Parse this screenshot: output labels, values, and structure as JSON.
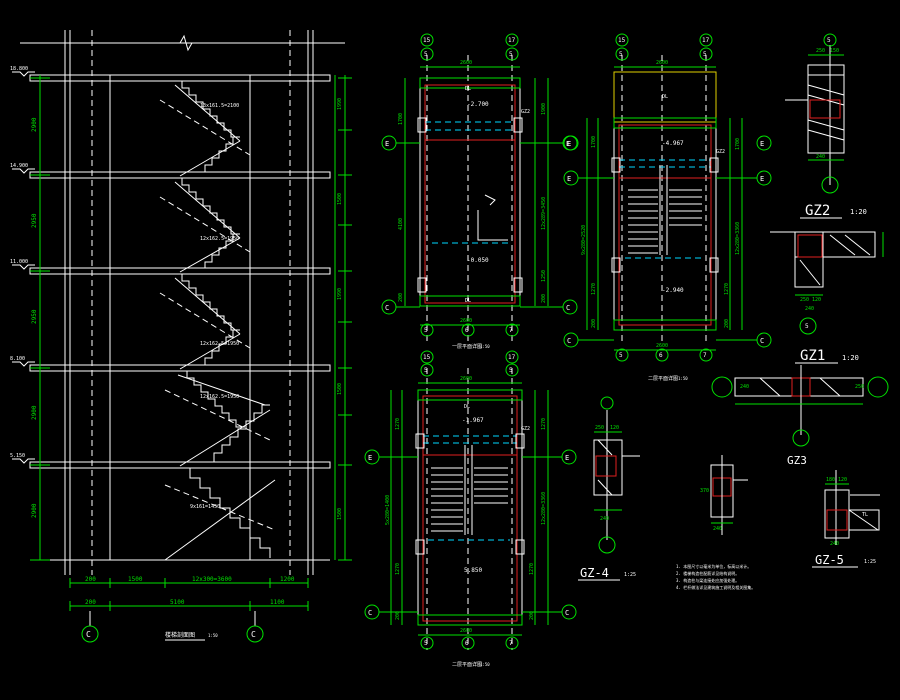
{
  "colors": {
    "background": "#000000",
    "line": "#ffffff",
    "dimension": "#00e000",
    "section": "#e02020",
    "hidden": "#00d8ff",
    "highlight": "#e0d000"
  },
  "section": {
    "title": "楼梯剖面图",
    "scale": "1:50",
    "axis_bottom_left": "C",
    "axis_bottom_right": "C",
    "dim_total": "5100",
    "dim_right": "1100",
    "dim_bottom_a": "200",
    "dim_bottom_b": "1500",
    "dim_bottom_c": "12x300=3600",
    "dim_bottom_d": "1200",
    "dim_bottom_e": "200",
    "flight_labels": [
      "13x161.5=2100",
      "12x162.5=1950",
      "12x162.5=1950",
      "12x162.5=1950",
      "9x161=1450"
    ],
    "left_heights": [
      "2900",
      "2950",
      "2950",
      "2900",
      "2900"
    ],
    "level_marks": [
      "18.800",
      "14.900",
      "11.000",
      "8.100",
      "5.150"
    ],
    "right_marks": [
      "1990",
      "1500",
      "1990",
      "1500",
      "1500"
    ]
  },
  "plan1": {
    "title": "一层平面详图",
    "scale": "1:50",
    "axis_top": [
      "15",
      "5",
      "17"
    ],
    "axis_bottom": [
      "5",
      "6",
      "7"
    ],
    "axis_side": "E",
    "axis_side_bottom": "C",
    "dim_width": "2600",
    "dim_width_bottom": "2600",
    "level_a": "-2.700",
    "level_b": "-0.050",
    "dim_left": [
      "1700",
      "4100",
      "200"
    ],
    "dim_right": [
      "1900",
      "12x289=3450",
      "1250",
      "200"
    ],
    "beam": "DL",
    "col_tag": "GZ2"
  },
  "plan2": {
    "title": "二层平面详图",
    "scale": "1:50",
    "axis_top": [
      "15",
      "5",
      "17"
    ],
    "axis_bottom": [
      "5",
      "6",
      "7"
    ],
    "axis_side": "E",
    "axis_side_bottom": "C",
    "dim_width": "2600",
    "dim_width_bottom": "2600",
    "level_a": "-4.967",
    "level_b": "-2.940",
    "dim_left": [
      "1700",
      "9x280=2520",
      "1270",
      "200"
    ],
    "dim_right": [
      "1700",
      "12x280=3360",
      "1270",
      "200"
    ],
    "beam": "DL",
    "col_tag": "GZ2"
  },
  "plan3": {
    "title": "二层平面详图",
    "scale": "1:50",
    "axis_top": [
      "15",
      "5",
      "17"
    ],
    "axis_bottom": [
      "5",
      "6",
      "7"
    ],
    "axis_side": "E",
    "axis_side_bottom": "C",
    "dim_width": "2600",
    "dim_width_bottom": "2600",
    "level_a": "-1.967",
    "level_b": "5.850",
    "dim_left": [
      "1270",
      "5x280=1400",
      "1270",
      "200"
    ],
    "dim_right": [
      "1270",
      "12x280=3360",
      "1270",
      "200"
    ],
    "beam": "DL",
    "col_tag": "GZ2"
  },
  "details": {
    "gz2": {
      "title": "GZ2",
      "scale": "1:20",
      "dims": [
        "250",
        "150",
        "240"
      ],
      "axis": "5"
    },
    "gz1": {
      "title": "GZ1",
      "scale": "1:20",
      "dims": [
        "250",
        "120",
        "240"
      ],
      "axis": "5"
    },
    "gz3": {
      "title": "GZ3",
      "dims": [
        "240",
        "250"
      ]
    },
    "gz4": {
      "title": "GZ-4",
      "scale": "1:25",
      "dims": [
        "250",
        "120",
        "240"
      ]
    },
    "gz5": {
      "title": "GZ-5",
      "scale": "1:25",
      "dims": [
        "180",
        "120",
        "240"
      ],
      "tag": "TL"
    },
    "gzx": {
      "dims": [
        "240",
        "370"
      ]
    }
  },
  "notes": [
    "1. 本图尺寸以毫米为单位，标高以米计。",
    "2. 楼梯构造柱配筋详见结构说明。",
    "3. 构造柱与梁连接处应加强处理。",
    "4. 栏杆做法详见建筑施工说明及相关图集。"
  ],
  "top_marks": {
    "left": "",
    "tick": "N"
  }
}
